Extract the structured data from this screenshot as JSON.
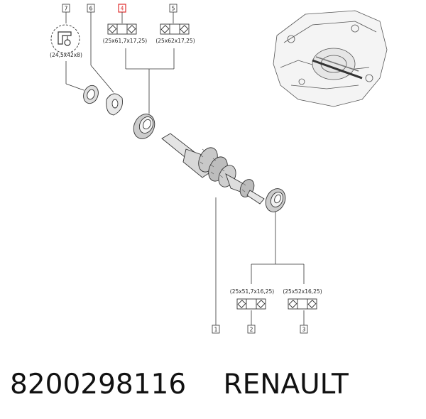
{
  "callouts": {
    "c1": "1",
    "c2": "2",
    "c3": "3",
    "c4": "4",
    "c5": "5",
    "c6": "6",
    "c7": "7"
  },
  "dimensions": {
    "d7": "(24,5x42x8)",
    "d4": "(25x61,7x17,25)",
    "d5": "(25x62x17,25)",
    "d2": "(25x51,7x16,25)",
    "d3": "(25x52x16,25)"
  },
  "highlight_color": "#e03030",
  "footer": {
    "part_number": "8200298116",
    "brand": "RENAULT"
  }
}
